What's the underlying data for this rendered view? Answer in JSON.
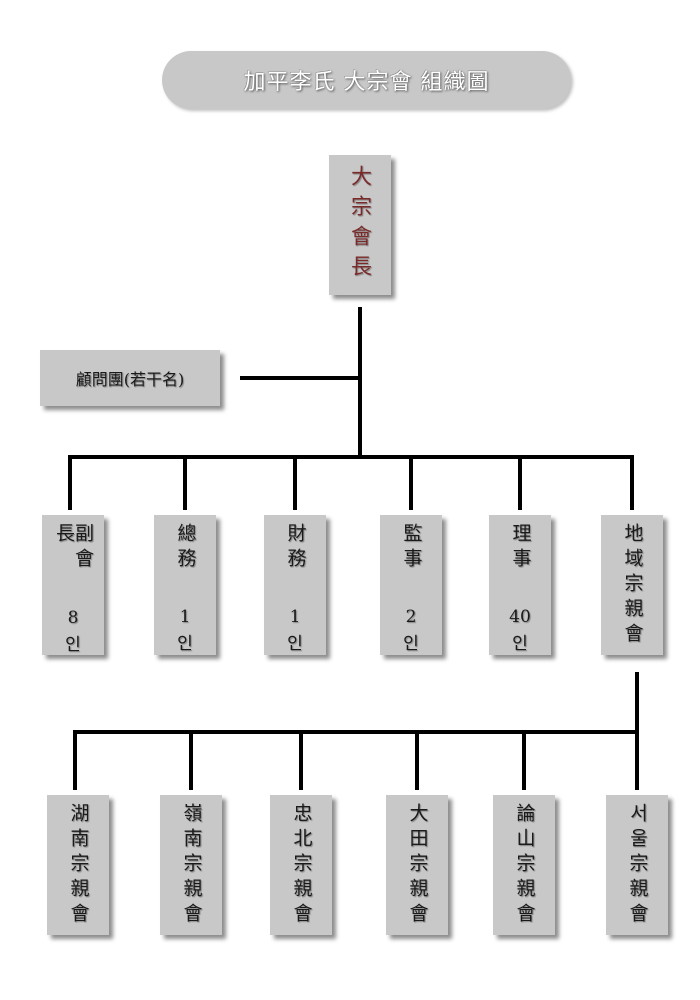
{
  "title": "加平李氏 大宗會 組織圖",
  "president": "大宗會長",
  "advisory": "顧問團(若干名)",
  "departments": [
    {
      "name": "副會長",
      "count": "8",
      "unit": "인"
    },
    {
      "name": "總務",
      "count": "1",
      "unit": "인"
    },
    {
      "name": "財務",
      "count": "1",
      "unit": "인"
    },
    {
      "name": "監事",
      "count": "2",
      "unit": "인"
    },
    {
      "name": "理事",
      "count": "40",
      "unit": "인"
    },
    {
      "name": "地域宗親會"
    }
  ],
  "regional": [
    {
      "name": "湖南宗親會"
    },
    {
      "name": "嶺南宗親會"
    },
    {
      "name": "忠北宗親會"
    },
    {
      "name": "大田宗親會"
    },
    {
      "name": "論山宗親會"
    },
    {
      "name": "서울宗親會"
    }
  ],
  "colors": {
    "box": "#c8c8c8",
    "president_text": "#7a2a2a",
    "line": "#000000"
  }
}
